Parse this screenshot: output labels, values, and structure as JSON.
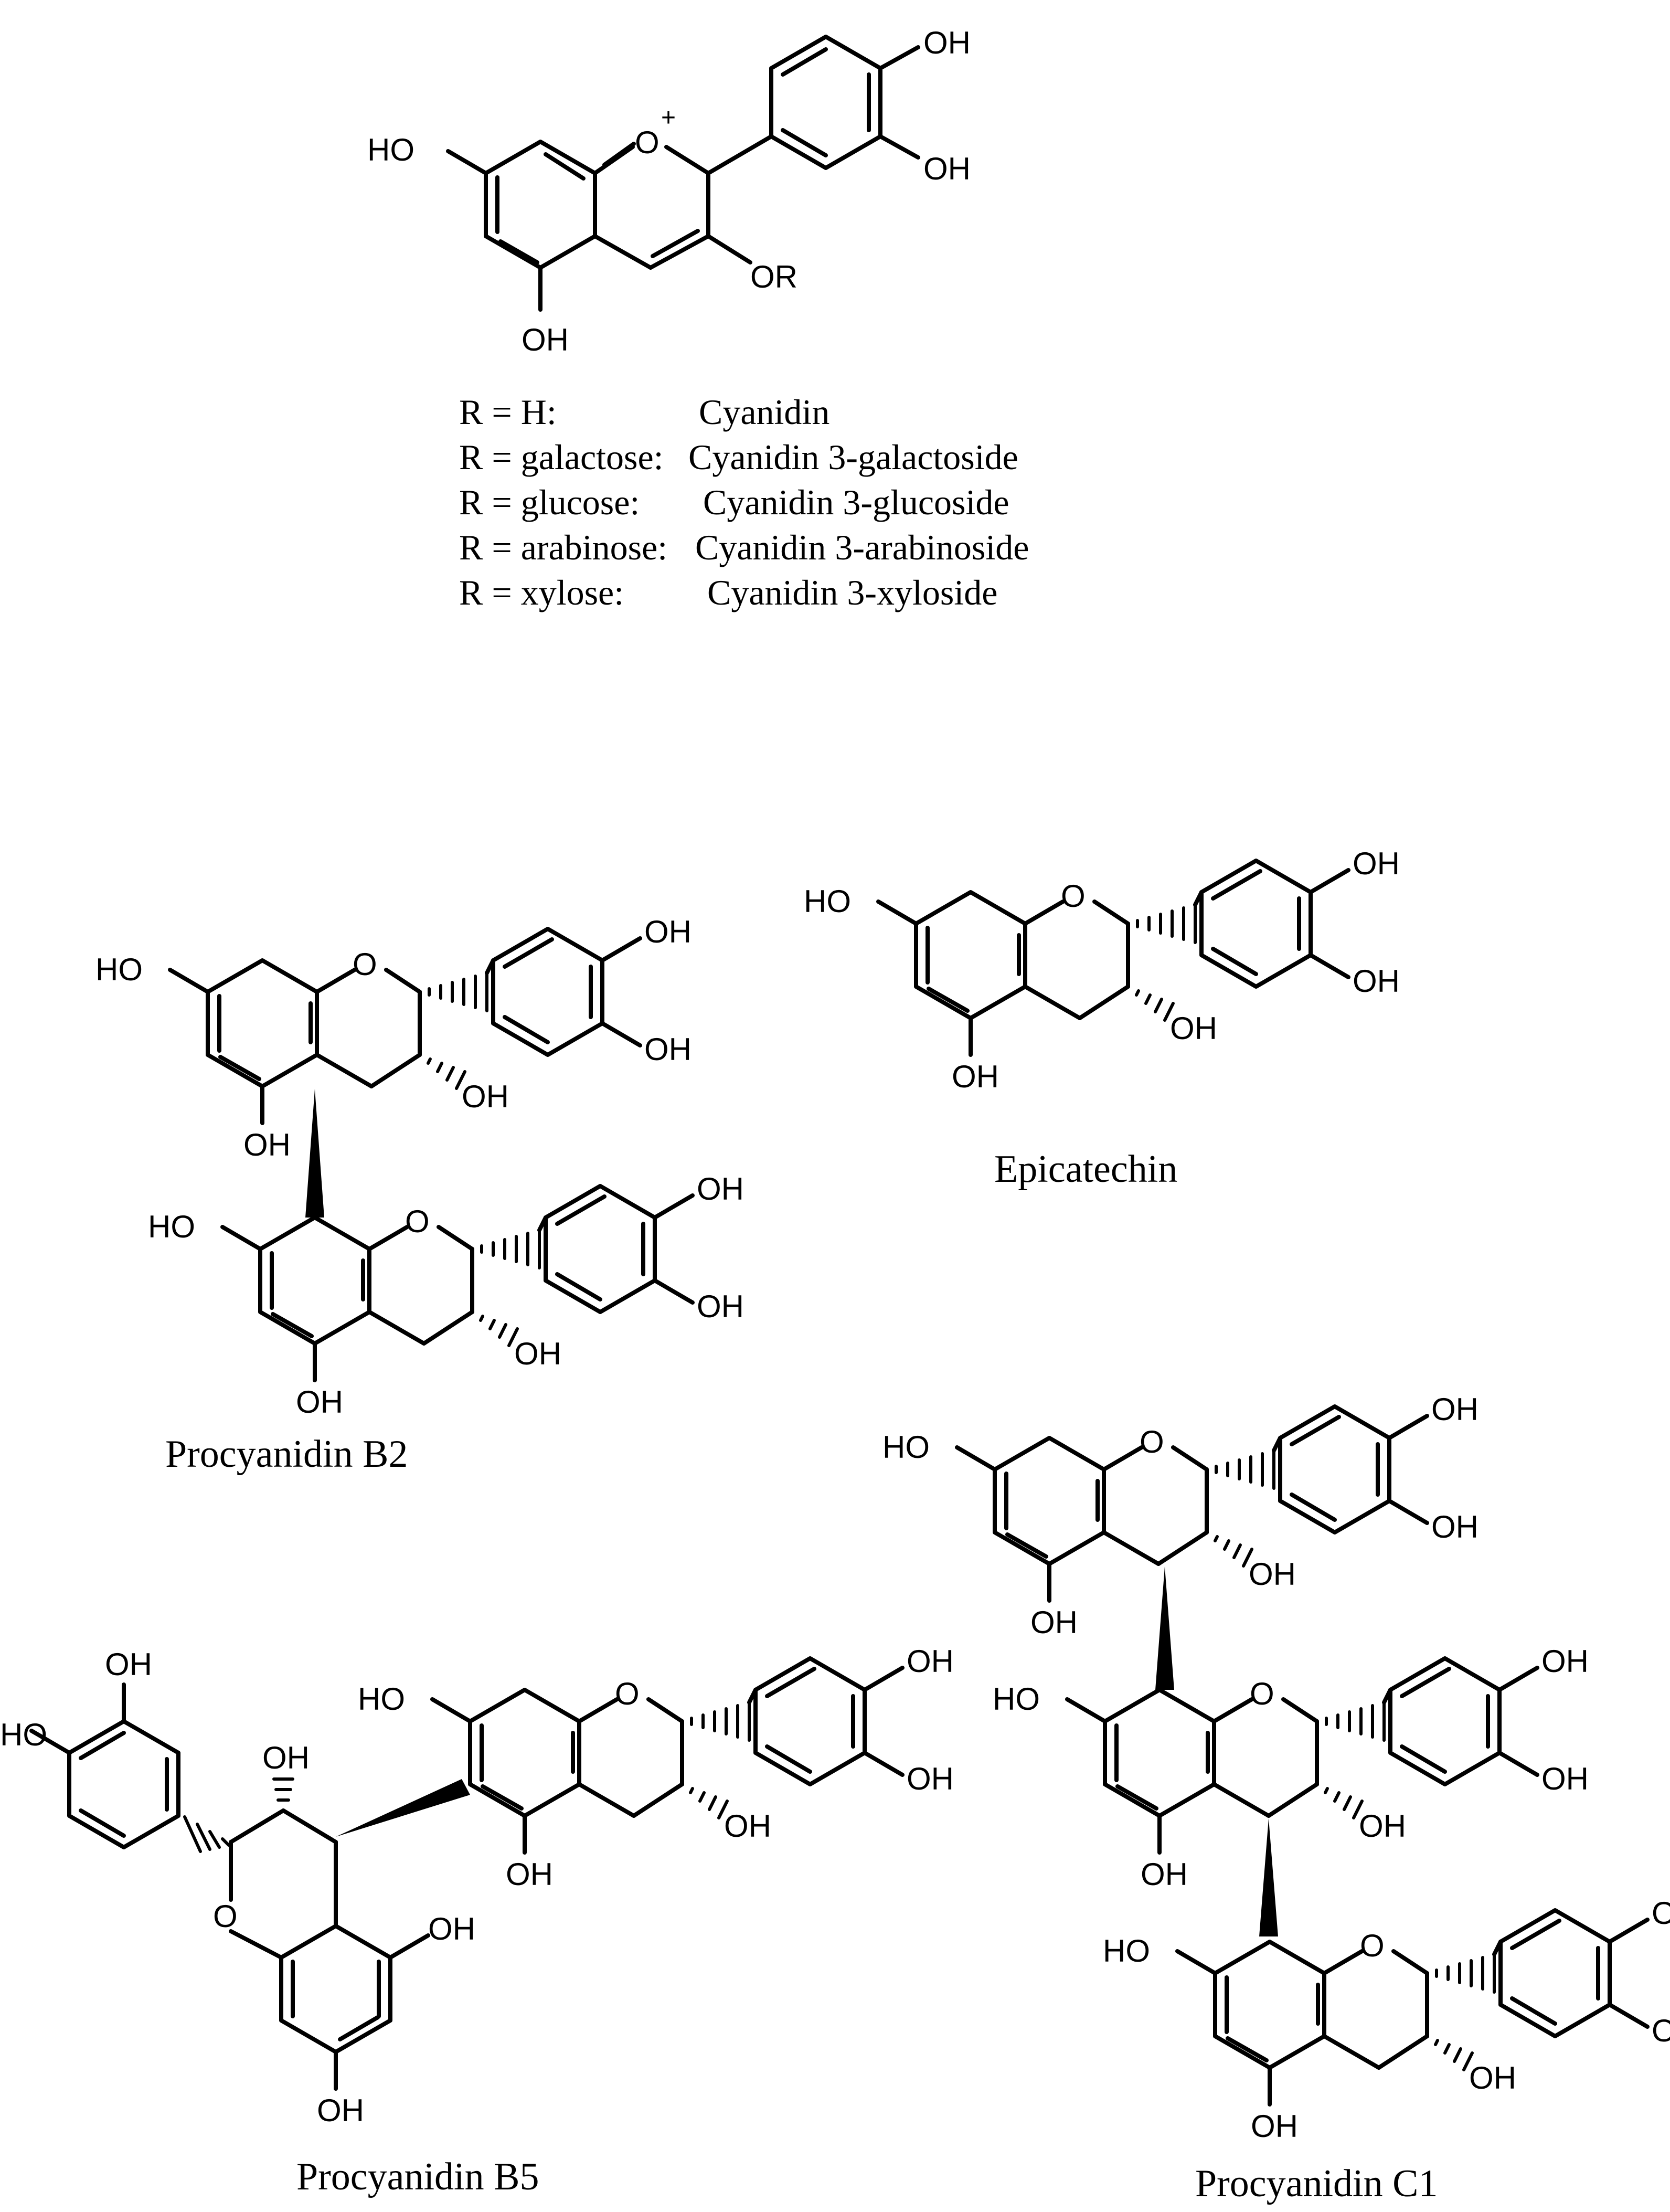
{
  "atoms": {
    "oh": "OH",
    "ho": "HO",
    "o": "O",
    "plus": "+",
    "or": "OR"
  },
  "r_table": [
    {
      "lhs": "R = H:",
      "rhs": "Cyanidin"
    },
    {
      "lhs": "R = galactose:",
      "rhs": "Cyanidin 3-galactoside"
    },
    {
      "lhs": "R = glucose:",
      "rhs": "Cyanidin 3-glucoside"
    },
    {
      "lhs": "R = arabinose:",
      "rhs": "Cyanidin 3-arabinoside"
    },
    {
      "lhs": "R = xylose:",
      "rhs": "Cyanidin 3-xyloside"
    }
  ],
  "captions": {
    "epicatechin": "Epicatechin",
    "b2": "Procyanidin B2",
    "b5": "Procyanidin B5",
    "c1": "Procyanidin C1"
  },
  "stroke_color": "#000000",
  "background": "#ffffff"
}
